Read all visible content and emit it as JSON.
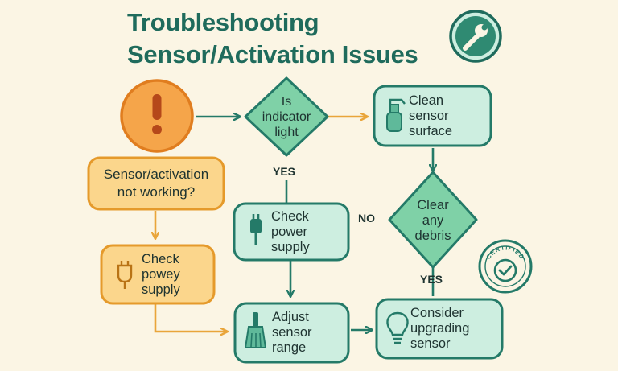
{
  "title": {
    "line1": "Troubleshooting",
    "line2": "Sensor/Activation Issues"
  },
  "nodes": {
    "start_problem": "Sensor/activation\nnot working?",
    "decision_indicator": "Is\nindicator\nlight",
    "clean_sensor": "Clean\nsensor\nsurface",
    "check_power_teal": "Check\npower\nsupply",
    "check_power_orange": "Check\npowey\nsupply",
    "decision_debris": "Clear\nany\ndebris",
    "adjust_range": "Adjust\nsensor\nrange",
    "consider_upgrade": "Consider\nupgrading\nsensor"
  },
  "labels": {
    "yes_1": "YES",
    "no_1": "NO",
    "yes_2": "YES"
  },
  "badge": {
    "text": "CERTIFIED"
  },
  "icons": {
    "header": "wrench-icon",
    "alert": "exclamation-icon",
    "clean": "spray-bottle-icon",
    "power": "plug-icon",
    "adjust": "brush-icon",
    "upgrade": "lightbulb-icon"
  },
  "colors": {
    "background": "#fbf5e4",
    "teal_fill": "#cdeee0",
    "teal_stroke": "#247a68",
    "teal_dark": "#1f6b5c",
    "orange_fill": "#fbd68c",
    "orange_stroke": "#e59a2b",
    "alert_fill": "#f5a54a",
    "alert_stroke": "#e07d1f",
    "diamond_fill": "#7fd1a7"
  }
}
